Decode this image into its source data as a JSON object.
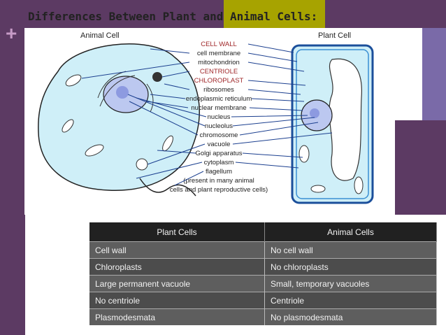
{
  "title": "Differences Between Plant and Animal Cells:",
  "plus_glyph": "+",
  "diagram": {
    "animal_title": "Animal Cell",
    "plant_title": "Plant Cell",
    "labels": [
      "CELL WALL",
      "cell membrane",
      "mitochondrion",
      "CENTRIOLE",
      "CHLOROPLAST",
      "ribosomes",
      "endoplasmic reticulum",
      "nuclear membrane",
      "nucleus",
      "nucleolus",
      "chromosome",
      "vacuole",
      "Golgi apparatus",
      "cytoplasm",
      "flagellum",
      "(present in many animal",
      "cells and plant reproductive cells)"
    ]
  },
  "table": {
    "headers": [
      "Plant Cells",
      "Animal Cells"
    ],
    "rows": [
      [
        "Cell wall",
        "No cell wall"
      ],
      [
        "Chloroplasts",
        "No chloroplasts"
      ],
      [
        "Large permanent vacuole",
        "Small, temporary vacuoles"
      ],
      [
        "No centriole",
        "Centriole"
      ],
      [
        "Plasmodesmata",
        "No plasmodesmata"
      ]
    ]
  }
}
